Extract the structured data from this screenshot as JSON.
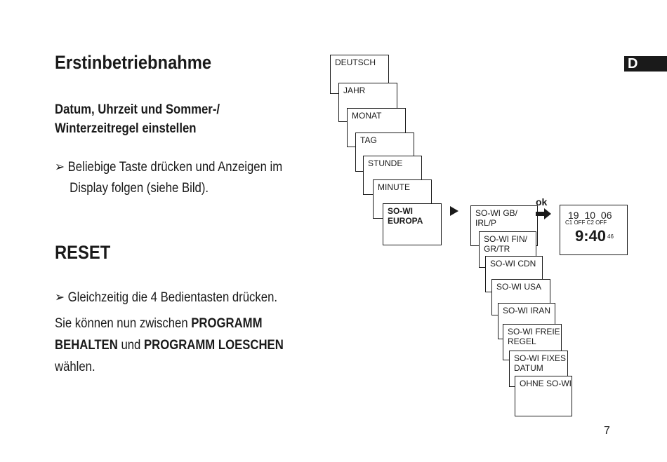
{
  "page": {
    "title": "Erstinbetriebnahme",
    "subtitle_line1": "Datum, Uhrzeit und Sommer-/",
    "subtitle_line2": "Winterzeitregel einstellen",
    "bullet1_line1": "➢ Beliebige Taste drücken und Anzeigen im",
    "bullet1_line2": "Display folgen (siehe Bild).",
    "reset_title": "RESET",
    "bullet2": "➢ Gleichzeitig die 4 Bedientasten drücken.",
    "text_line1_a": "Sie können nun zwischen ",
    "text_line1_b": "PROGRAMM",
    "text_line2_a": "BEHALTEN",
    "text_line2_b": " und ",
    "text_line2_c": "PROGRAMM LOESCHEN",
    "text_line3": "wählen.",
    "language_tab": "D",
    "page_number": "7"
  },
  "diagram": {
    "setup_screens": [
      "DEUTSCH",
      "JAHR",
      "MONAT",
      "TAG",
      "STUNDE",
      "MINUTE",
      "SO-WI\nEUROPA"
    ],
    "dst_options": [
      "SO-WI GB/\nIRL/P",
      "SO-WI FIN/\nGR/TR",
      "SO-WI CDN",
      "SO-WI USA",
      "SO-WI IRAN",
      "SO-WI FREIE\nREGEL",
      "SO-WI FIXES\nDATUM",
      "OHNE SO-WI"
    ],
    "ok_label": "ok",
    "clock": {
      "date": "19 10 06",
      "channels": "C1 OFF C2 OFF",
      "time": "9:40",
      "seconds": "46"
    }
  }
}
